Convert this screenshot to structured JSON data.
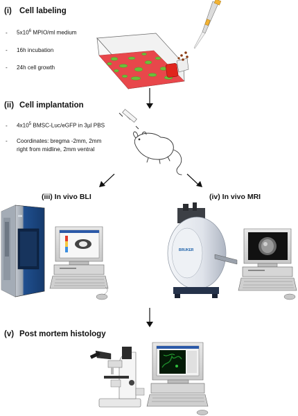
{
  "steps": {
    "labeling": {
      "num": "(i)",
      "title": "Cell labeling",
      "bullets": [
        {
          "dash": "-",
          "pre": "5x10",
          "sup": "6",
          "post": " MPIO/ml medium"
        },
        {
          "dash": "-",
          "pre": "16h incubation",
          "sup": "",
          "post": ""
        },
        {
          "dash": "-",
          "pre": "24h cell growth",
          "sup": "",
          "post": ""
        }
      ]
    },
    "implantation": {
      "num": "(ii)",
      "title": "Cell implantation",
      "bullets": [
        {
          "dash": "-",
          "pre": "4x10",
          "sup": "5",
          "post": " BMSC-Luc/eGFP in 3µl PBS"
        },
        {
          "dash": "-",
          "pre": "Coordinates: bregma -2mm, 2mm",
          "sup": "",
          "post": ""
        },
        {
          "dash": "",
          "pre": "right from midline, 2mm ventral",
          "sup": "",
          "post": ""
        }
      ]
    },
    "bli": {
      "title": "(iii) In vivo BLI"
    },
    "mri": {
      "title": "(iv) In vivo MRI"
    },
    "histology": {
      "num": "(v)",
      "title": "Post mortem histology"
    }
  },
  "devices": {
    "scanner_label": "BRUKER"
  },
  "icons": [
    "pipette-icon",
    "flask-icon",
    "syringe-icon",
    "mouse-icon",
    "bli-imager-icon",
    "mri-scanner-icon",
    "microscope-icon",
    "computer-icon",
    "arrow-down-icon"
  ],
  "colors": {
    "culture_medium": "#e8474b",
    "cells": "#6bbf3a",
    "flask_cap": "#e0241d",
    "mri_body": "#dfe3ea",
    "bli_cabinet": "#1f4f8f",
    "green_fluorescence": "#1d8a2a"
  }
}
